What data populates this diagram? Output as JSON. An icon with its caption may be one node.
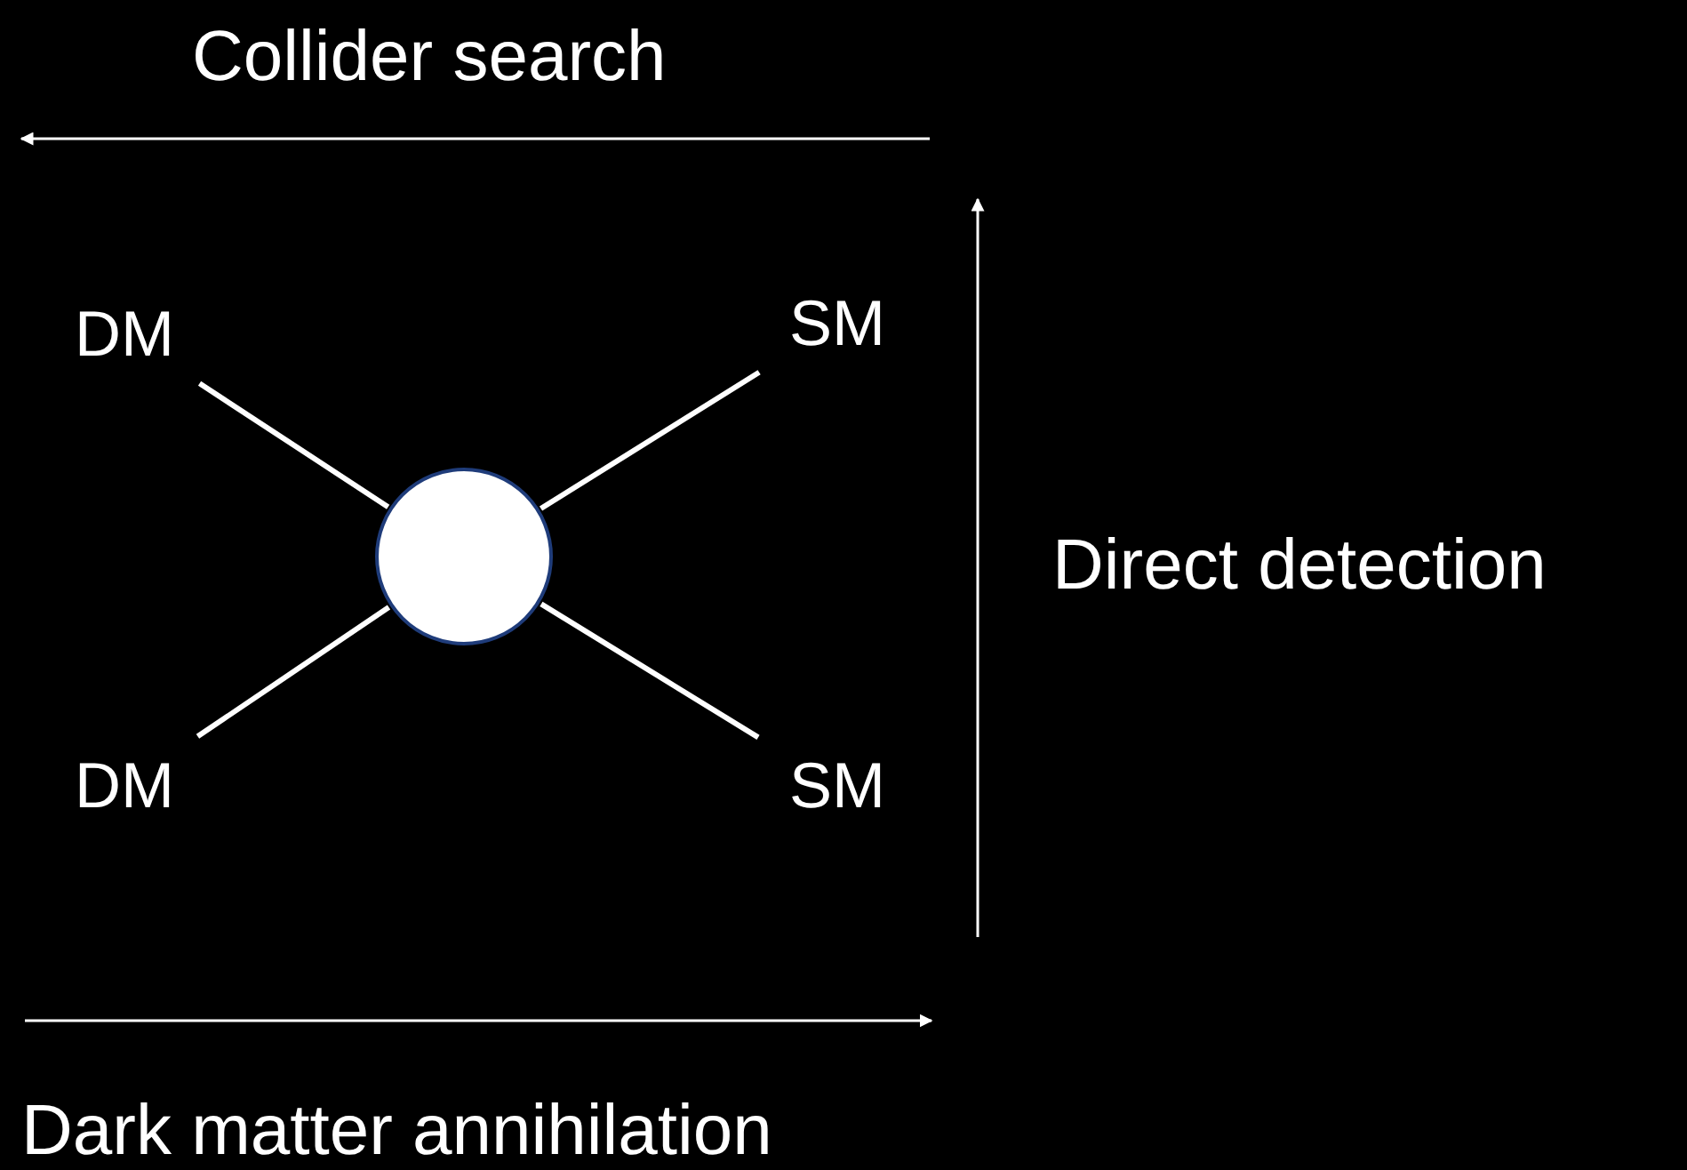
{
  "diagram": {
    "nodes": [
      {
        "text": [
          "DM"
        ]
      },
      {
        "text": [
          "SM"
        ]
      },
      {
        "text": [],
        "shape": "circle"
      },
      {
        "text": [
          "DM"
        ]
      },
      {
        "text": [
          "SM"
        ]
      }
    ],
    "edges": [
      {
        "from": 0,
        "to": 2,
        "arrow": "none"
      },
      {
        "from": 1,
        "to": 2,
        "arrow": "none"
      },
      {
        "from": 3,
        "to": 2,
        "arrow": "none"
      },
      {
        "from": 4,
        "to": 2,
        "arrow": "none"
      }
    ],
    "labels": [
      "Collider search",
      "Direct detection",
      "Dark matter annihilation"
    ]
  }
}
